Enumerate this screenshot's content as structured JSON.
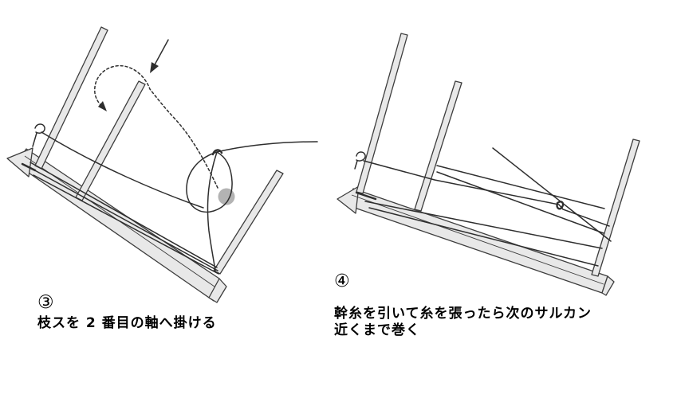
{
  "colors": {
    "background": "#ffffff",
    "wood_fill": "#e8e8e8",
    "wood_outline": "#3d3d3d",
    "thread_line": "#2e2e2e",
    "swivel_dot": "#b3b3b3",
    "caption_text": "#000000"
  },
  "figures": {
    "step3": {
      "number": "③",
      "caption": "枝スを 2 番目の軸へ掛ける"
    },
    "step4": {
      "number": "④",
      "caption_line1": "幹糸を引いて糸を張ったら次のサルカン",
      "caption_line2": "近くまで巻く"
    }
  }
}
